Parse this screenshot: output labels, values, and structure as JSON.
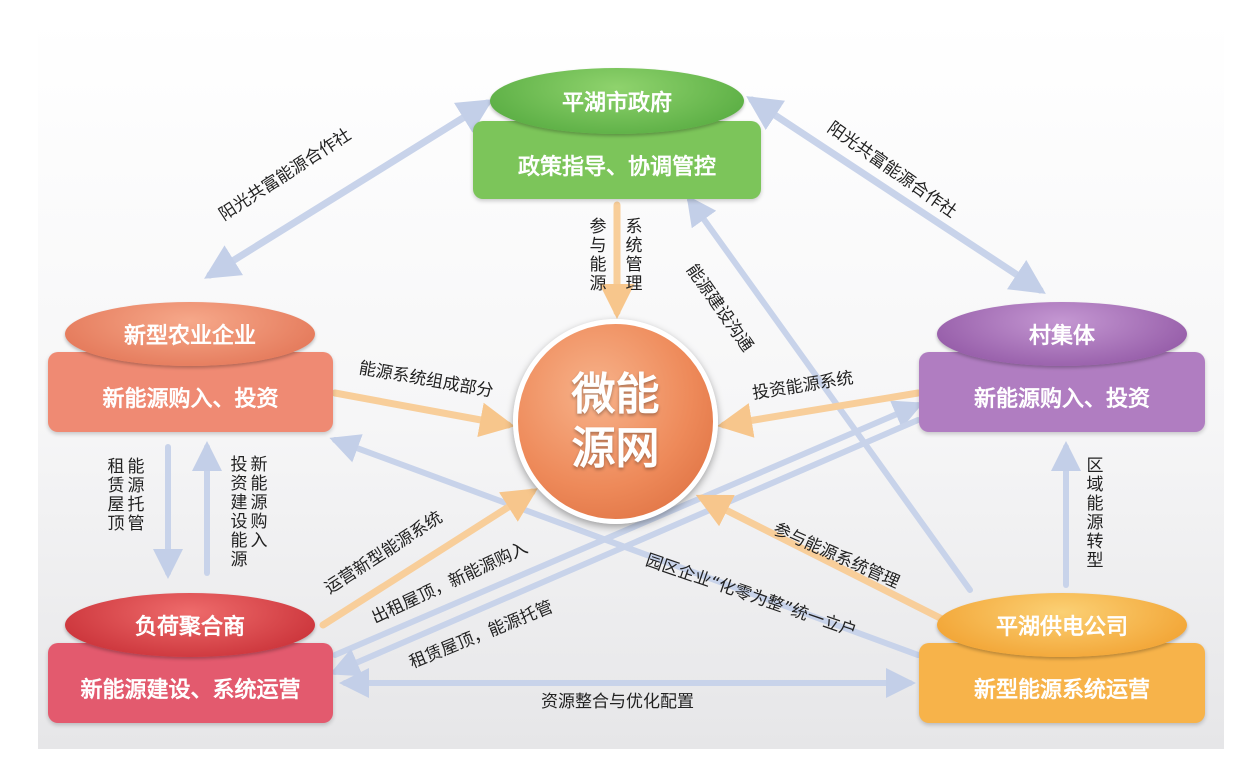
{
  "center": {
    "label": "微能源网"
  },
  "nodes": {
    "government": {
      "title": "平湖市政府",
      "role": "政策指导、协调管控"
    },
    "agri": {
      "title": "新型农业企业",
      "role": "新能源购入、投资"
    },
    "village": {
      "title": "村集体",
      "role": "新能源购入、投资"
    },
    "aggregator": {
      "title": "负荷聚合商",
      "role": "新能源建设、系统运营"
    },
    "power": {
      "title": "平湖供电公司",
      "role": "新型能源系统运营"
    }
  },
  "edges": {
    "coop_left": "阳光共富能源合作社",
    "coop_right": "阳光共富能源合作社",
    "gov_participate": "参与能源",
    "gov_manage": "系统管理",
    "energy_comm": "能源建设沟通",
    "agri_component": "能源系统组成部分",
    "village_invest": "投资能源系统",
    "lease_roof": "租赁屋顶能源托管",
    "new_energy_purchase": "新能源购入投资建设能源",
    "region_transform": "区域能源转型",
    "operate_system": "运营新型能源系统",
    "rent_roof_buy": "出租屋顶，新能源购入",
    "lease_roof_manage": "租赁屋顶，能源托管",
    "park_enterprise": "园区企业“化零为整”统一立户",
    "participate_mgmt": "参与能源系统管理",
    "resource_integration": "资源整合与优化配置"
  },
  "colors": {
    "arrow_blue": "#c8d3ea",
    "arrow_orange": "#f8ce9a",
    "gov": "#7cc55a",
    "agri": "#ef8a73",
    "village": "#b07dc1",
    "aggregator": "#e35a6e",
    "power": "#f7b34a"
  }
}
